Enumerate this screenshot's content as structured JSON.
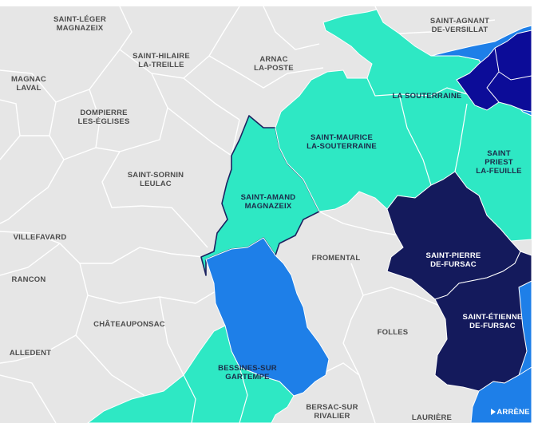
{
  "colors": {
    "background": "#e6e6e6",
    "border": "#ffffff",
    "turquoise": "#2ee8c4",
    "blue": "#1e7fe8",
    "navy": "#141a5c",
    "dark_navy": "#0c0c98",
    "label_gray": "#4d4d4d"
  },
  "labels": {
    "saint_leger": "SAINT-LÉGER\nMAGNAZEIX",
    "saint_agnant": "SAINT-AGNANT\nDE-VERSILLAT",
    "saint_hilaire": "SAINT-HILAIRE\nLA-TREILLE",
    "arnac": "ARNAC\nLA-POSTE",
    "magnac_laval": "MAGNAC\nLAVAL",
    "dompierre": "DOMPIERRE\nLES-ÉGLISES",
    "la_souterraine": "LA SOUTERRAINE",
    "saint_maurice": "SAINT-MAURICE\nLA-SOUTERRAINE",
    "saint_priest": "SAINT\nPRIEST\nLA-FEUILLE",
    "saint_sornin": "SAINT-SORNIN\nLEULAC",
    "saint_amand": "SAINT-AMAND\nMAGNAZEIX",
    "villefavard": "VILLEFAVARD",
    "fromental": "FROMENTAL",
    "saint_pierre": "SAINT-PIERRE\nDE-FURSAC",
    "rancon": "RANCON",
    "chateauponsac": "CHÂTEAUPONSAC",
    "saint_etienne": "SAINT-ÉTIENNE\nDE-FURSAC",
    "folles": "FOLLES",
    "allendent": "ALLEDENT",
    "bessines": "BESSINES-SUR\nGARTEMPE",
    "bersac": "BERSAC-SUR\nRIVALIER",
    "lauriere": "LAURIÈRE",
    "arrenes": "ARRÈNE"
  }
}
